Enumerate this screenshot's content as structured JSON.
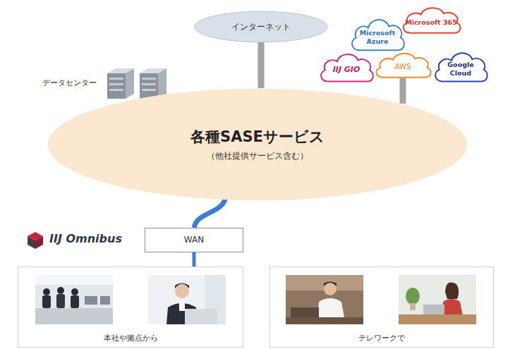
{
  "diagram": {
    "nodes": [
      {
        "text": [
          "インターネット"
        ]
      },
      {
        "text": [
          "Microsoft Azure"
        ]
      },
      {
        "text": [
          "Microsoft 365"
        ]
      },
      {
        "text": [
          "IIJ GIO"
        ]
      },
      {
        "text": [
          "AWS"
        ]
      },
      {
        "text": [
          "Google Cloud"
        ]
      },
      {
        "text": [
          "各種SASEサービス",
          "（他社提供サービス含む）"
        ]
      },
      {
        "text": [
          "WAN"
        ]
      },
      {
        "text": [
          "本社や拠点から"
        ]
      },
      {
        "text": [
          "テレワークで"
        ]
      }
    ],
    "edges": [
      {
        "from": 0,
        "to": 6,
        "arrow": "none"
      },
      {
        "from": 4,
        "to": 6,
        "arrow": "none"
      },
      {
        "from": 6,
        "to": 7,
        "arrow": "none"
      },
      {
        "from": 7,
        "to": 8,
        "arrow": "none"
      }
    ],
    "labels": [
      "データセンター",
      "IIJ Omnibus"
    ]
  }
}
